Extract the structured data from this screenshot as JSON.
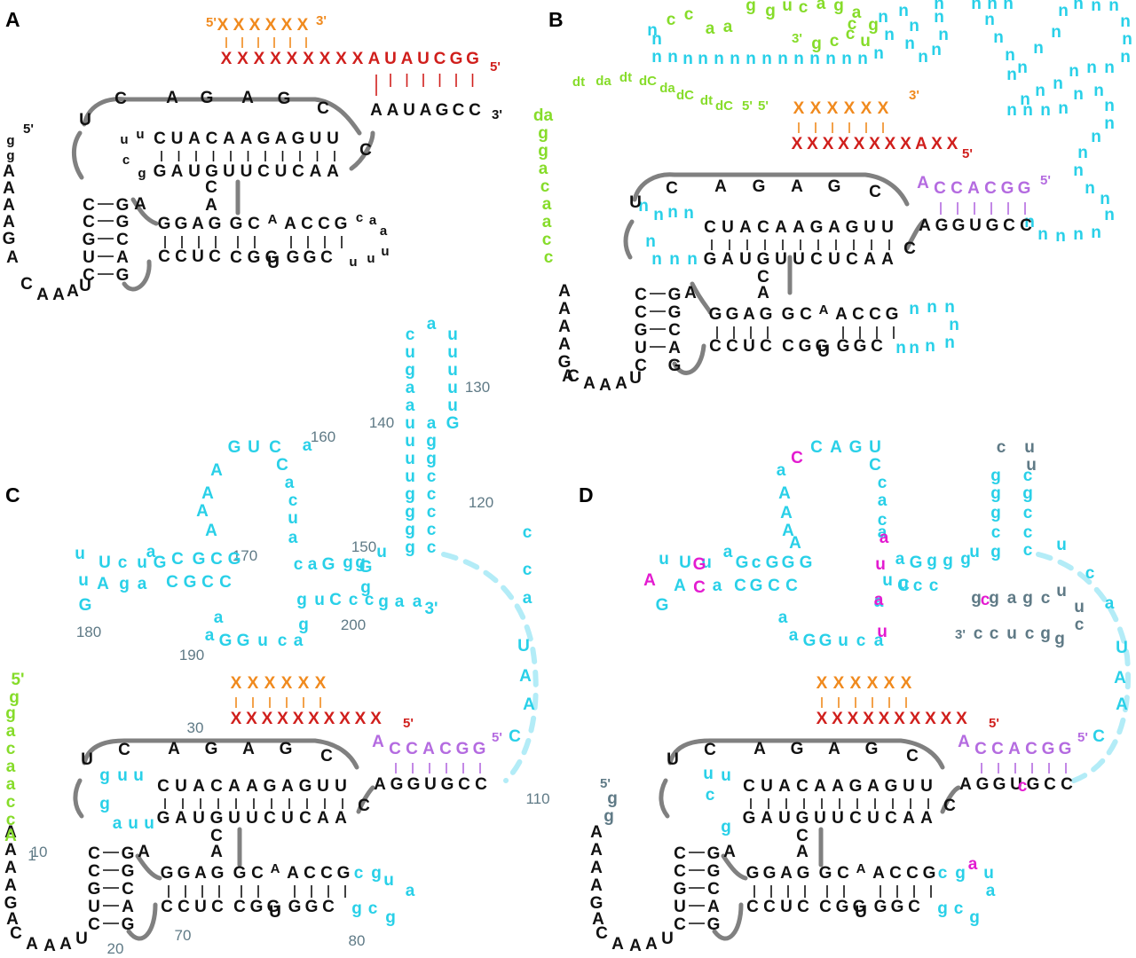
{
  "colors": {
    "black": "#111111",
    "cyan": "#29d0e8",
    "green": "#86dc2a",
    "orange": "#f08a1e",
    "red": "#d01f1c",
    "purple": "#b46be0",
    "magenta": "#e31bd0",
    "grey": "#5f7a86",
    "backbone": "#808080",
    "backbone_light": "#b3ecf7"
  },
  "panels": [
    {
      "label": "A",
      "substrate_top": [
        "5'",
        "X",
        "X",
        "X",
        "X",
        "X",
        "X",
        "3'"
      ],
      "substrate_bottom": [
        "X",
        "X",
        "X",
        "X",
        "X",
        "X",
        "X",
        "X",
        "X",
        "A",
        "U",
        "A",
        "U",
        "C",
        "G",
        "G",
        "5'"
      ],
      "helix_right": [
        "A",
        "A",
        "U",
        "A",
        "G",
        "C",
        "C",
        "3'"
      ],
      "loop_top": [
        "U",
        "C",
        "A",
        "G",
        "A",
        "G",
        "C"
      ],
      "core_top": [
        "u",
        "u",
        "C",
        "U",
        "A",
        "C",
        "A",
        "A",
        "G",
        "A",
        "G",
        "U",
        "U",
        "C"
      ],
      "core_bottom": [
        "c",
        "g",
        "G",
        "A",
        "U",
        "G",
        "U",
        "U",
        "C",
        "U",
        "C",
        "A",
        "A"
      ],
      "core_mid": [
        "C",
        "A"
      ],
      "left_strand": [
        "g",
        "g",
        "A",
        "A",
        "A",
        "A",
        "G",
        "A",
        "C",
        "A",
        "A",
        "A",
        "U",
        "5'"
      ],
      "stem_left": [
        "C",
        "G",
        "A",
        "C",
        "G",
        "G",
        "C",
        "U",
        "A",
        "C",
        "G"
      ],
      "stem_right_top": [
        "G",
        "G",
        "A",
        "G",
        "G",
        "C",
        "A",
        "A",
        "C",
        "C",
        "G",
        "c",
        "a"
      ],
      "stem_right_bottom": [
        "C",
        "C",
        "U",
        "C",
        "C",
        "G",
        "G",
        "U",
        "G",
        "G",
        "C",
        "u",
        "u",
        "u",
        "a"
      ]
    },
    {
      "label": "B",
      "lig_top": [
        "n",
        "c",
        "c",
        "a",
        "a",
        "g",
        "g",
        "u",
        "c",
        "a",
        "g",
        "a",
        "g",
        "u",
        "3'",
        "g",
        "c",
        "c",
        "c"
      ],
      "lig_letters": [
        "dt",
        "da",
        "dt",
        "dC",
        "da",
        "dC",
        "dt",
        "dC",
        "5'",
        "5'",
        "da",
        "g",
        "g",
        "a",
        "c",
        "a",
        "a",
        "c",
        "c"
      ],
      "substrate_top": [
        "X",
        "X",
        "X",
        "X",
        "X",
        "X",
        "3'"
      ],
      "substrate_bottom": [
        "X",
        "X",
        "X",
        "X",
        "X",
        "X",
        "X",
        "X",
        "A",
        "X",
        "X",
        "5'"
      ],
      "purple_strand": [
        "A",
        "C",
        "C",
        "A",
        "C",
        "G",
        "G",
        "5'"
      ],
      "helix_right": [
        "A",
        "G",
        "G",
        "U",
        "G",
        "C",
        "C"
      ],
      "n_letter": "n"
    },
    {
      "label": "C",
      "numbers": [
        "160",
        "170",
        "180",
        "190",
        "200",
        "150",
        "140",
        "130",
        "120",
        "110",
        "30",
        "1",
        "10",
        "20",
        "70",
        "80"
      ],
      "three_prime": "3'",
      "five_prime": "5'"
    },
    {
      "label": "D",
      "five_prime": "5'",
      "three_prime": "3'"
    }
  ]
}
